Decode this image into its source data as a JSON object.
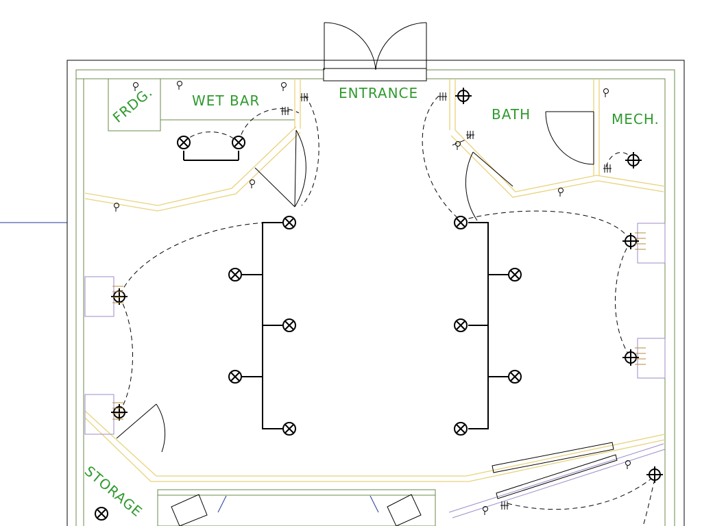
{
  "colors": {
    "label_green": "#2e9a2e",
    "wall_green": "#6a8a4a",
    "wall_yellow": "#e8d27a",
    "furniture_purple": "#9c8ac8",
    "outer_black": "#000000",
    "leader_blue": "#1f3a93"
  },
  "labels": {
    "frdg": "FRDG.",
    "wet_bar": "WET BAR",
    "entrance": "ENTRANCE",
    "bath": "BATH",
    "mech": "MECH.",
    "storage": "STORAGE"
  },
  "symbols": {
    "ceiling_light": "x-circle-icon",
    "recessed_light": "crosshair-circle-icon",
    "switch": "switch-symbol",
    "receptacle": "receptacle-symbol"
  }
}
